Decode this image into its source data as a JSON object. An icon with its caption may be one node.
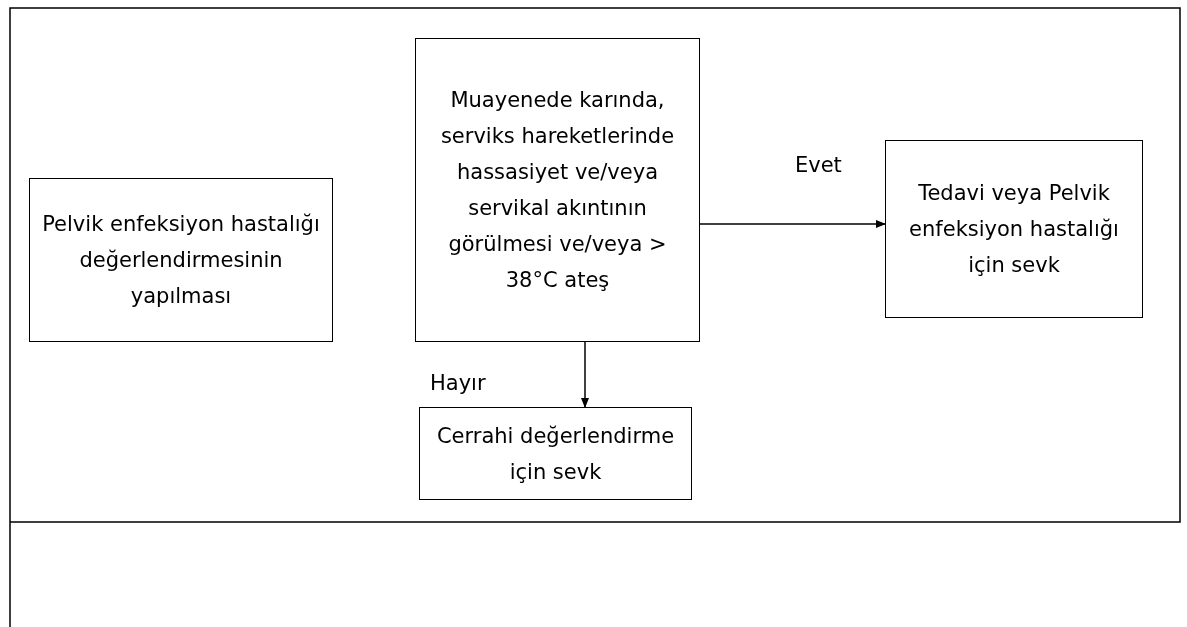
{
  "diagram": {
    "nodes": [
      {
        "text": [
          "Pelvik enfeksiyon hastalığı değerlendirmesinin yapılması"
        ]
      },
      {
        "text": [
          "Muayenede karında, serviks hareketlerinde hassasiyet ve/veya servikal akıntının görülmesi ve/veya > 38°C ateş"
        ]
      },
      {
        "text": [
          "Tedavi veya Pelvik enfeksiyon hastalığı için sevk"
        ]
      },
      {
        "text": [
          "Cerrahi değerlendirme için sevk"
        ]
      }
    ],
    "edges": [
      {
        "from": 1,
        "to": 2,
        "arrow": "to",
        "label": "Evet"
      },
      {
        "from": 1,
        "to": 3,
        "arrow": "to",
        "label": "Hayır"
      }
    ]
  }
}
